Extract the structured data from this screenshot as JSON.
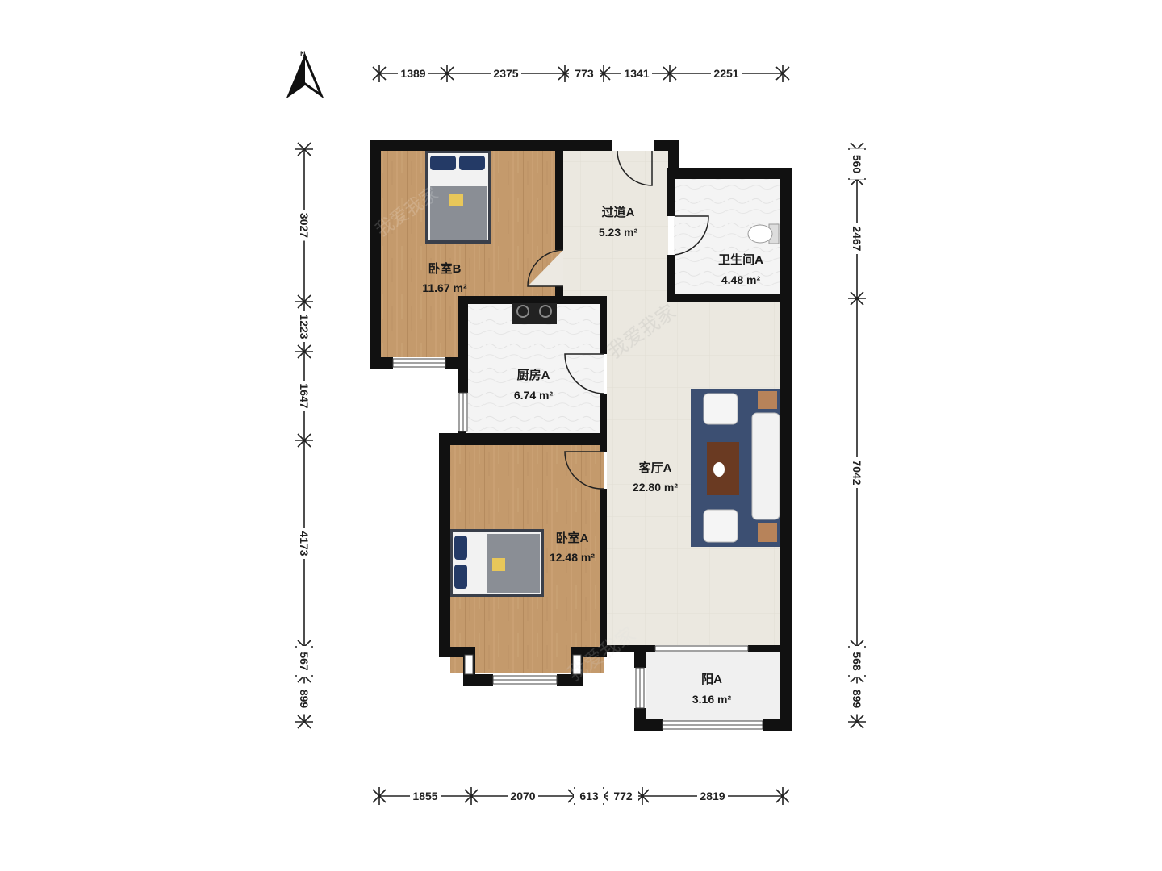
{
  "compass": {
    "label": "N",
    "icon": "north-arrow-icon"
  },
  "rooms": {
    "bedroom_b": {
      "name": "卧室B",
      "area": "11.67 m²"
    },
    "hallway_a": {
      "name": "过道A",
      "area": "5.23 m²"
    },
    "bathroom_a": {
      "name": "卫生间A",
      "area": "4.48 m²"
    },
    "kitchen_a": {
      "name": "厨房A",
      "area": "6.74 m²"
    },
    "living_a": {
      "name": "客厅A",
      "area": "22.80 m²"
    },
    "bedroom_a": {
      "name": "卧室A",
      "area": "12.48 m²"
    },
    "balcony_a": {
      "name": "阳A",
      "area": "3.16 m²"
    }
  },
  "dimensions": {
    "top": [
      "1389",
      "2375",
      "773",
      "1341",
      "2251"
    ],
    "bottom": [
      "1855",
      "2070",
      "613",
      "772",
      "2819"
    ],
    "left": [
      "3027",
      "1223",
      "1647",
      "4173",
      "567",
      "899"
    ],
    "right": [
      "560",
      "2467",
      "7042",
      "568",
      "899"
    ]
  },
  "watermark": "我爱我家",
  "colors": {
    "wall": "#111111",
    "wood_floor": "#c49a6c",
    "tile_floor": "#ece9e2",
    "marble_floor": "#f3f3f3",
    "rug": "#3c4f72"
  }
}
